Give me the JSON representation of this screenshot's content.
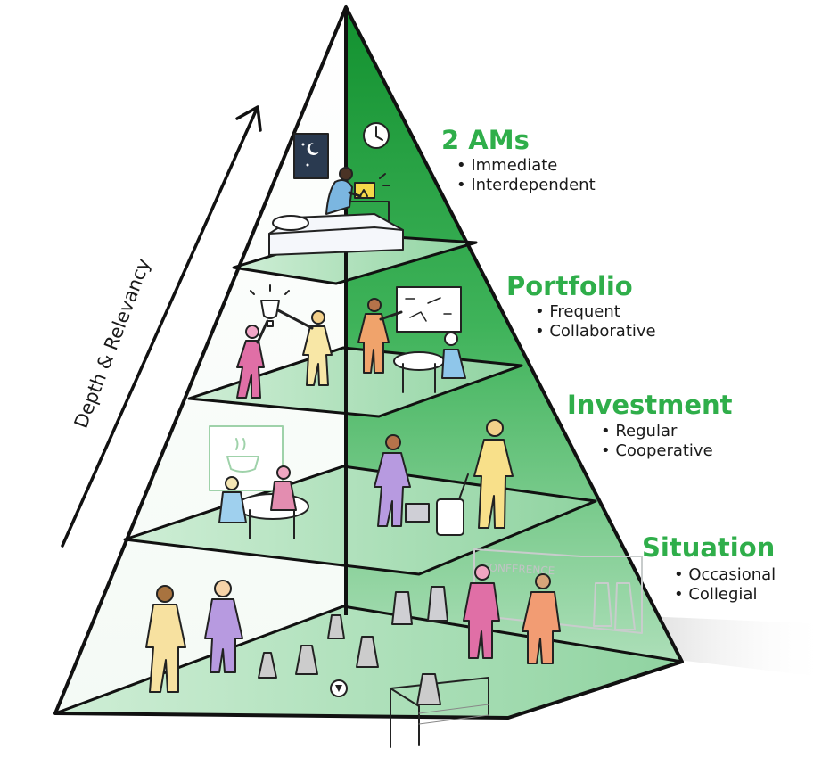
{
  "axis_label": "Depth & Relevancy",
  "colors": {
    "title_green": "#2fae4a",
    "pyramid_dark": "#1f9a3c",
    "pyramid_light": "#eaf6ec",
    "outline": "#111111"
  },
  "levels": [
    {
      "id": "2ams",
      "title": "2 AMs",
      "points": [
        "Immediate",
        "Interdependent"
      ]
    },
    {
      "id": "portfolio",
      "title": "Portfolio",
      "points": [
        "Frequent",
        "Collaborative"
      ]
    },
    {
      "id": "investment",
      "title": "Investment",
      "points": [
        "Regular",
        "Cooperative"
      ]
    },
    {
      "id": "situation",
      "title": "Situation",
      "points": [
        "Occasional",
        "Collegial"
      ]
    }
  ],
  "illustration_text": {
    "conference_sign": "CONFERENCE"
  }
}
